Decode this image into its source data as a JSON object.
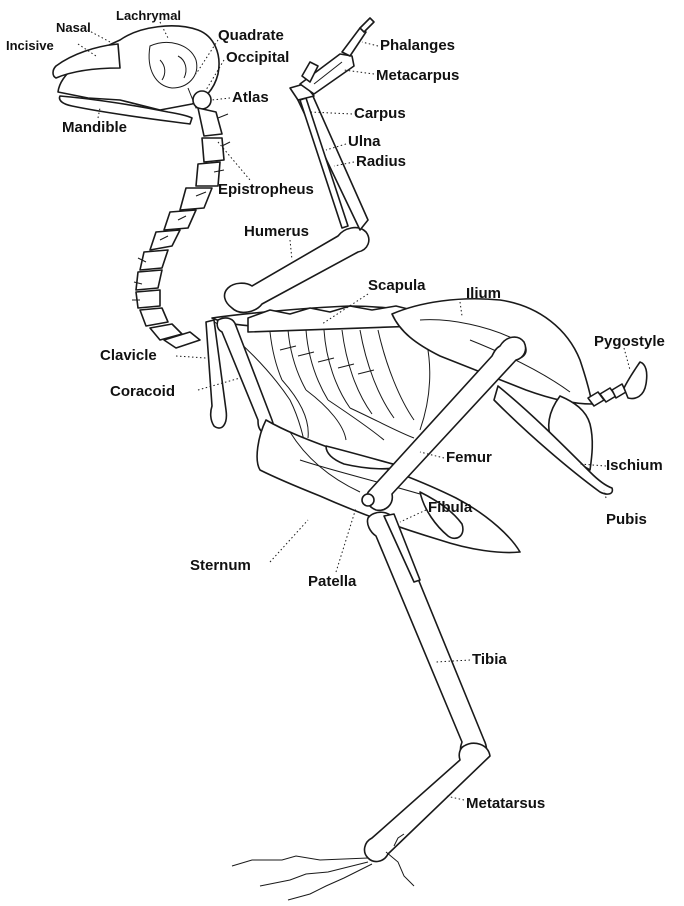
{
  "labels": {
    "incisive": "Incisive",
    "nasal": "Nasal",
    "lachrymal": "Lachrymal",
    "quadrate": "Quadrate",
    "occipital": "Occipital",
    "atlas": "Atlas",
    "mandible": "Mandible",
    "epistropheus": "Epistropheus",
    "phalanges": "Phalanges",
    "metacarpus": "Metacarpus",
    "carpus": "Carpus",
    "ulna": "Ulna",
    "radius": "Radius",
    "humerus": "Humerus",
    "scapula": "Scapula",
    "ilium": "Ilium",
    "pygostyle": "Pygostyle",
    "clavicle": "Clavicle",
    "coracoid": "Coracoid",
    "femur": "Femur",
    "ischium": "Ischium",
    "fibula": "Fibula",
    "pubis": "Pubis",
    "sternum": "Sternum",
    "patella": "Patella",
    "tibia": "Tibia",
    "metatarsus": "Metatarsus"
  }
}
